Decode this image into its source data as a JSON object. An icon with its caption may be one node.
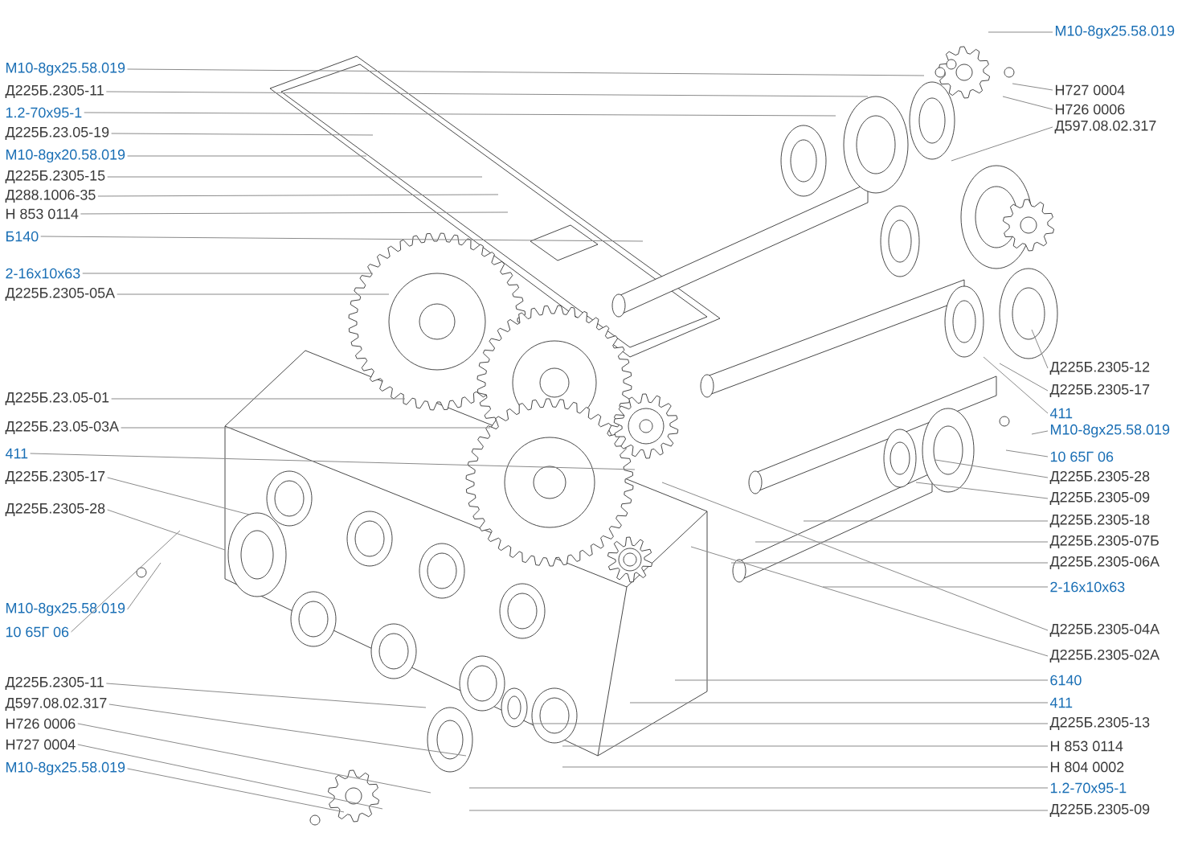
{
  "diagram": {
    "nodes": [
      {
        "text": [
          "M10-8gx25.58.019"
        ]
      },
      {
        "text": [
          "Д225Б.2305-11"
        ]
      },
      {
        "text": [
          "1.2-70x95-1"
        ]
      },
      {
        "text": [
          "Д225Б.23.05-19"
        ]
      },
      {
        "text": [
          "M10-8gx20.58.019"
        ]
      },
      {
        "text": [
          "Д225Б.2305-15"
        ]
      },
      {
        "text": [
          "Д288.1006-35"
        ]
      },
      {
        "text": [
          "Н 853 0114"
        ]
      },
      {
        "text": [
          "Б140"
        ]
      },
      {
        "text": [
          "2-16x10x63"
        ]
      },
      {
        "text": [
          "Д225Б.2305-05А"
        ]
      },
      {
        "text": [
          "Д225Б.23.05-01"
        ]
      },
      {
        "text": [
          "Д225Б.23.05-03А"
        ]
      },
      {
        "text": [
          "411"
        ]
      },
      {
        "text": [
          "Д225Б.2305-17"
        ]
      },
      {
        "text": [
          "Д225Б.2305-28"
        ]
      },
      {
        "text": [
          "M10-8gx25.58.019"
        ]
      },
      {
        "text": [
          "10 65Г 06"
        ]
      },
      {
        "text": [
          "Д225Б.2305-11"
        ]
      },
      {
        "text": [
          "Д597.08.02.317"
        ]
      },
      {
        "text": [
          "Н726 0006"
        ]
      },
      {
        "text": [
          "Н727 0004"
        ]
      },
      {
        "text": [
          "M10-8gx25.58.019"
        ]
      },
      {
        "text": [
          "M10-8gx25.58.019"
        ]
      },
      {
        "text": [
          "Н727 0004"
        ]
      },
      {
        "text": [
          "Н726 0006"
        ]
      },
      {
        "text": [
          "Д597.08.02.317"
        ]
      },
      {
        "text": [
          "Д225Б.2305-12"
        ]
      },
      {
        "text": [
          "Д225Б.2305-17"
        ]
      },
      {
        "text": [
          "411"
        ]
      },
      {
        "text": [
          "M10-8gx25.58.019"
        ]
      },
      {
        "text": [
          "10 65Г 06"
        ]
      },
      {
        "text": [
          "Д225Б.2305-28"
        ]
      },
      {
        "text": [
          "Д225Б.2305-09"
        ]
      },
      {
        "text": [
          "Д225Б.2305-18"
        ]
      },
      {
        "text": [
          "Д225Б.2305-07Б"
        ]
      },
      {
        "text": [
          "Д225Б.2305-06А"
        ]
      },
      {
        "text": [
          "2-16x10x63"
        ]
      },
      {
        "text": [
          "Д225Б.2305-04А"
        ]
      },
      {
        "text": [
          "Д225Б.2305-02А"
        ]
      },
      {
        "text": [
          "6140"
        ]
      },
      {
        "text": [
          "411"
        ]
      },
      {
        "text": [
          "Д225Б.2305-13"
        ]
      },
      {
        "text": [
          "Н 853 0114"
        ]
      },
      {
        "text": [
          "Н 804 0002"
        ]
      },
      {
        "text": [
          "1.2-70x95-1"
        ]
      },
      {
        "text": [
          "Д225Б.2305-09"
        ]
      }
    ],
    "edges": [
      {
        "from": 0,
        "to": null,
        "arrow": "none"
      },
      {
        "from": 1,
        "to": null,
        "arrow": "none"
      },
      {
        "from": 2,
        "to": null,
        "arrow": "none"
      },
      {
        "from": 3,
        "to": null,
        "arrow": "none"
      },
      {
        "from": 4,
        "to": null,
        "arrow": "none"
      },
      {
        "from": 5,
        "to": null,
        "arrow": "none"
      },
      {
        "from": 6,
        "to": null,
        "arrow": "none"
      },
      {
        "from": 7,
        "to": null,
        "arrow": "none"
      },
      {
        "from": 8,
        "to": null,
        "arrow": "none"
      },
      {
        "from": 9,
        "to": null,
        "arrow": "none"
      },
      {
        "from": 10,
        "to": null,
        "arrow": "none"
      },
      {
        "from": 11,
        "to": null,
        "arrow": "none"
      },
      {
        "from": 12,
        "to": null,
        "arrow": "none"
      },
      {
        "from": 13,
        "to": null,
        "arrow": "none"
      },
      {
        "from": 14,
        "to": null,
        "arrow": "none"
      },
      {
        "from": 15,
        "to": null,
        "arrow": "none"
      },
      {
        "from": 16,
        "to": null,
        "arrow": "none"
      },
      {
        "from": 17,
        "to": null,
        "arrow": "none"
      },
      {
        "from": 18,
        "to": null,
        "arrow": "none"
      },
      {
        "from": 19,
        "to": null,
        "arrow": "none"
      },
      {
        "from": 20,
        "to": null,
        "arrow": "none"
      },
      {
        "from": 21,
        "to": null,
        "arrow": "none"
      },
      {
        "from": 22,
        "to": null,
        "arrow": "none"
      },
      {
        "from": 23,
        "to": null,
        "arrow": "none"
      },
      {
        "from": 24,
        "to": null,
        "arrow": "none"
      },
      {
        "from": 25,
        "to": null,
        "arrow": "none"
      },
      {
        "from": 26,
        "to": null,
        "arrow": "none"
      },
      {
        "from": 27,
        "to": null,
        "arrow": "none"
      },
      {
        "from": 28,
        "to": null,
        "arrow": "none"
      },
      {
        "from": 29,
        "to": null,
        "arrow": "none"
      },
      {
        "from": 30,
        "to": null,
        "arrow": "none"
      },
      {
        "from": 31,
        "to": null,
        "arrow": "none"
      },
      {
        "from": 32,
        "to": null,
        "arrow": "none"
      },
      {
        "from": 33,
        "to": null,
        "arrow": "none"
      },
      {
        "from": 34,
        "to": null,
        "arrow": "none"
      },
      {
        "from": 35,
        "to": null,
        "arrow": "none"
      },
      {
        "from": 36,
        "to": null,
        "arrow": "none"
      },
      {
        "from": 37,
        "to": null,
        "arrow": "none"
      },
      {
        "from": 38,
        "to": null,
        "arrow": "none"
      },
      {
        "from": 39,
        "to": null,
        "arrow": "none"
      },
      {
        "from": 40,
        "to": null,
        "arrow": "none"
      },
      {
        "from": 41,
        "to": null,
        "arrow": "none"
      },
      {
        "from": 42,
        "to": null,
        "arrow": "none"
      },
      {
        "from": 43,
        "to": null,
        "arrow": "none"
      },
      {
        "from": 44,
        "to": null,
        "arrow": "none"
      },
      {
        "from": 45,
        "to": null,
        "arrow": "none"
      },
      {
        "from": 46,
        "to": null,
        "arrow": "none"
      }
    ]
  }
}
